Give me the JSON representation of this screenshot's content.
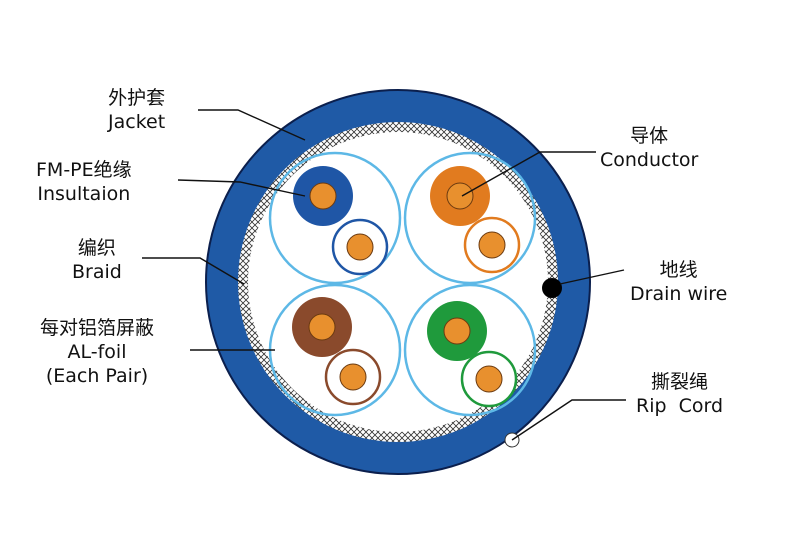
{
  "colors": {
    "jacket": "#1f5aa6",
    "jacket_outline": "#0b1f4d",
    "foil": "#5db8e6",
    "copper": "#e8902e",
    "pair1_insulation": "#1f56a6",
    "pair2_insulation": "#e17b1f",
    "pair3_insulation": "#8a4a2c",
    "pair4_insulation": "#1f9a3c",
    "drain_wire": "#000000",
    "rip_cord": "#ffffff"
  },
  "labels": {
    "jacket": {
      "zh": "外护套",
      "en": "Jacket"
    },
    "insulation": {
      "zh": "FM-PE绝缘",
      "en": "Insultaion"
    },
    "braid": {
      "zh": "编织",
      "en": "Braid"
    },
    "foil": {
      "zh": "每对铝箔屏蔽",
      "en": "AL-foil",
      "en2": "(Each Pair)"
    },
    "conductor": {
      "zh": "导体",
      "en": "Conductor"
    },
    "drain_wire": {
      "zh": "地线",
      "en": "Drain wire"
    },
    "rip_cord": {
      "zh": "撕裂绳",
      "en": "Rip  Cord"
    }
  }
}
